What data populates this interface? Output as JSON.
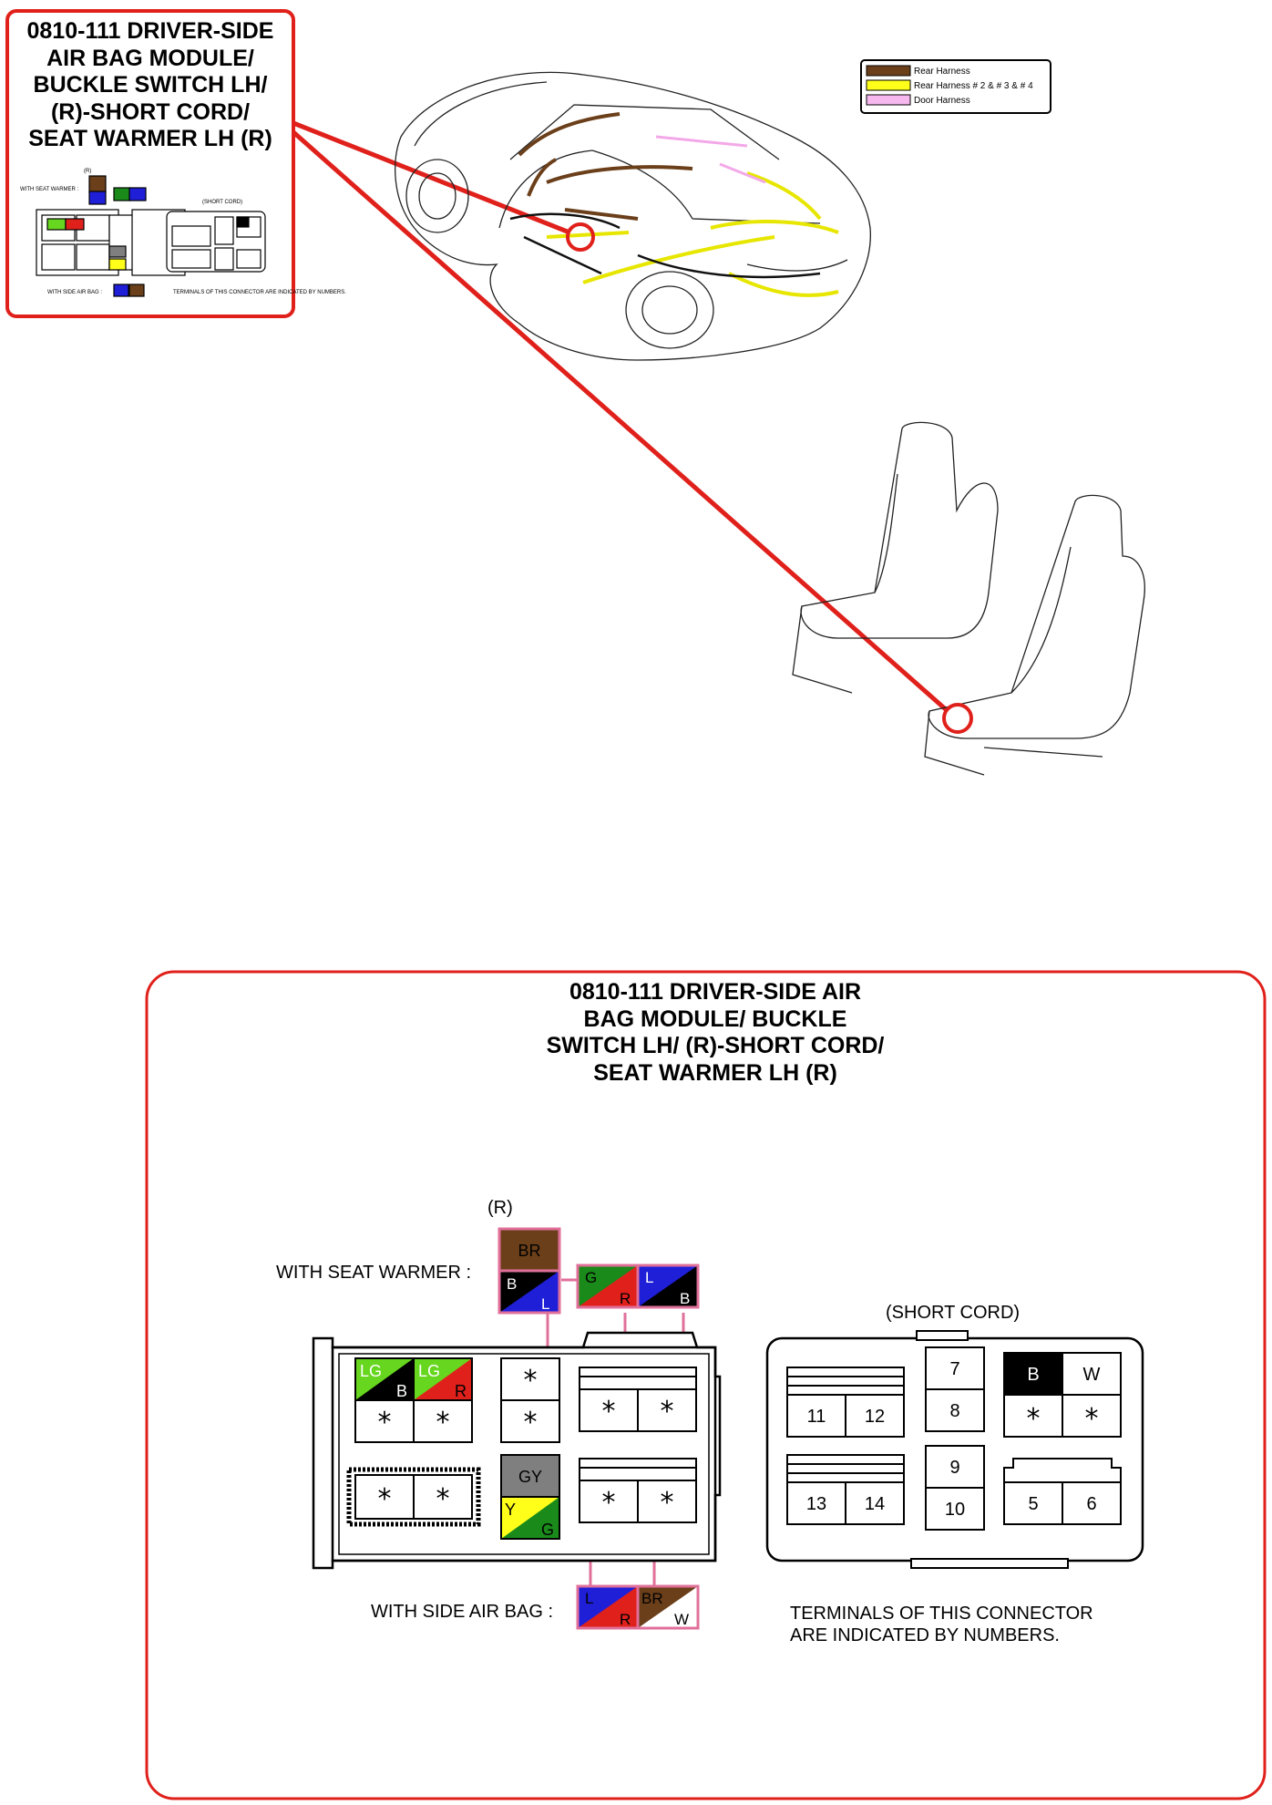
{
  "thumbnail": {
    "title": [
      "0810-111 DRIVER-SIDE",
      "AIR BAG MODULE/",
      "BUCKLE SWITCH LH/",
      "(R)-SHORT CORD/",
      "SEAT WARMER LH (R)"
    ],
    "tiny_labels": {
      "r": "(R)",
      "with_seat_warmer": "WITH SEAT WARMER :",
      "short_cord": "(SHORT CORD)",
      "with_side_air_bag": "WITH SIDE AIR BAG :",
      "terminals_note": "TERMINALS OF THIS CONNECTOR ARE INDICATED BY NUMBERS."
    }
  },
  "legend": {
    "items": [
      {
        "label": "Rear Harness",
        "color": "#6b3f1a"
      },
      {
        "label": "Rear Harness # 2 & # 3 & # 4",
        "color": "#ffff1a"
      },
      {
        "label": "Door Harness",
        "color": "#f6b8ee"
      }
    ]
  },
  "colors": {
    "accent_red": "#e0201b",
    "pink_wire": "#e0709a",
    "brown": "#6b3f1a",
    "yellow": "#ffff1a"
  },
  "main": {
    "title": [
      "0810-111 DRIVER-SIDE AIR",
      "BAG MODULE/ BUCKLE",
      "SWITCH LH/ (R)-SHORT CORD/",
      "SEAT WARMER LH (R)"
    ],
    "r_label": "(R)",
    "with_seat_warmer_label": "WITH SEAT WARMER :",
    "with_side_air_bag_label": "WITH SIDE AIR BAG :",
    "short_cord_label": "(SHORT CORD)",
    "terminals_note": [
      "TERMINALS OF THIS CONNECTOR",
      "ARE INDICATED BY NUMBERS."
    ],
    "seat_warmer_wires": {
      "br": "BR",
      "bl": {
        "top": "B",
        "bottom": "L"
      },
      "gr": {
        "top": "G",
        "bottom": "R"
      },
      "lb": {
        "top": "L",
        "bottom": "B"
      }
    },
    "side_air_bag_wires": {
      "lr": {
        "top": "L",
        "bottom": "R"
      },
      "brw": {
        "top": "BR",
        "bottom": "W"
      }
    },
    "left_connector": {
      "lg_b": {
        "top": "LG",
        "bottom": "B"
      },
      "lg_r": {
        "top": "LG",
        "bottom": "R"
      },
      "gy": "GY",
      "yg": {
        "top": "Y",
        "bottom": "G"
      },
      "star": "*"
    },
    "short_cord": {
      "terminals": [
        "7",
        "8",
        "9",
        "10",
        "11",
        "12",
        "13",
        "14",
        "5",
        "6"
      ],
      "b": "B",
      "w": "W"
    }
  }
}
